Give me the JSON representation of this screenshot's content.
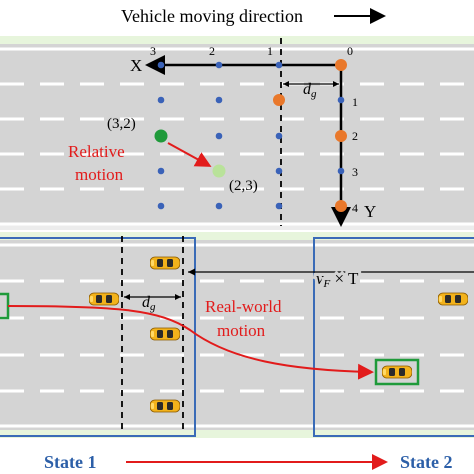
{
  "title": "Vehicle moving direction",
  "top_panel": {
    "axis_x": "X",
    "axis_y": "Y",
    "col_labels": [
      "3",
      "2",
      "1",
      "0"
    ],
    "row_labels": [
      "1",
      "2",
      "3",
      "4"
    ],
    "gap_label": "d",
    "gap_sub": "g",
    "point_a": "(3,2)",
    "point_b": "(2,3)",
    "annotation_line1": "Relative",
    "annotation_line2": "motion"
  },
  "bottom_panel": {
    "speed_label_v": "v",
    "speed_label_sub": "F",
    "speed_label_rest": " × T",
    "gap_label": "d",
    "gap_sub": "g",
    "annotation_line1": "Real-world",
    "annotation_line2": "motion",
    "state1": "State 1",
    "state2": "State 2"
  },
  "colors": {
    "road": "#d4d4d4",
    "grass": "#e7f5dc",
    "dot_blue": "#3a62b8",
    "dot_orange": "#e9782b",
    "dot_green": "#1f9a3a",
    "dot_lightgreen": "#b9e29a",
    "red": "#e21b1b",
    "frame_blue": "#3a6bb7",
    "car_yellow": "#f2b21b",
    "state_blue": "#2c5fa8"
  }
}
